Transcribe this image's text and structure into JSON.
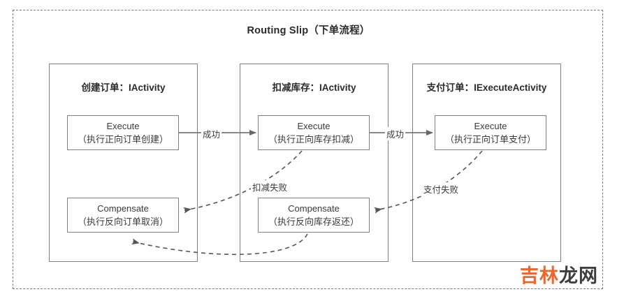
{
  "diagram": {
    "title": "Routing Slip（下单流程）",
    "frame_style": "dashed",
    "border_color": "#7b7b7b"
  },
  "lanes": [
    {
      "id": "create-order",
      "title": "创建订单：IActivity",
      "nodes": [
        {
          "id": "execute-1",
          "line1": "Execute",
          "line2": "（执行正向订单创建）"
        },
        {
          "id": "compensate-1",
          "line1": "Compensate",
          "line2": "（执行反向订单取消）"
        }
      ]
    },
    {
      "id": "deduct-stock",
      "title": "扣减库存：IActivity",
      "nodes": [
        {
          "id": "execute-2",
          "line1": "Execute",
          "line2": "（执行正向库存扣减）"
        },
        {
          "id": "compensate-2",
          "line1": "Compensate",
          "line2": "（执行反向库存返还）"
        }
      ]
    },
    {
      "id": "pay-order",
      "title": "支付订单：IExecuteActivity",
      "nodes": [
        {
          "id": "execute-3",
          "line1": "Execute",
          "line2": "（执行正向订单支付）"
        }
      ]
    }
  ],
  "edges": {
    "success_1": "成功",
    "success_2": "成功",
    "fail_stock": "扣减失败",
    "fail_pay": "支付失败"
  },
  "watermark": {
    "part1": "吉林",
    "part2": "龙网",
    "color1": "#f0632b",
    "color2": "#3d3d3d"
  }
}
